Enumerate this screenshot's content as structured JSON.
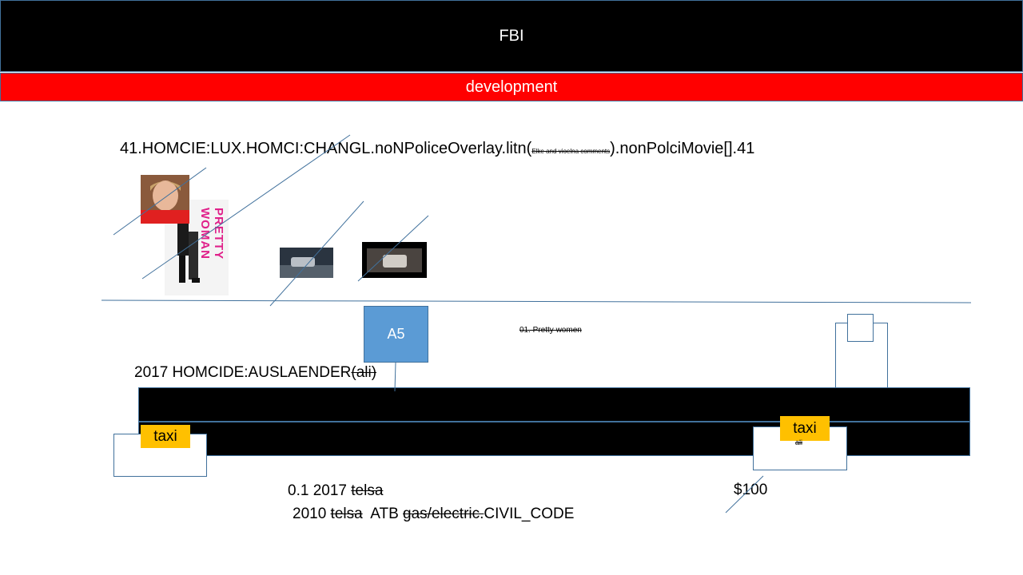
{
  "header": {
    "title": "FBI"
  },
  "subheader": {
    "title": "development"
  },
  "code_line": {
    "main": "41.HOMCIE:LUX.HOMCI:CHANGL.noNPoliceOverlay.litn(",
    "tiny": "Elke and vioelna comments",
    "tail": ").nonPolciMovie[].41"
  },
  "a5_label": "A5",
  "pretty_label": "01. Pretty women",
  "homicide": {
    "text": "2017 HOMCIDE:AUSLAENDER",
    "struck": "(ali)"
  },
  "taxi_left": "taxi",
  "taxi_right": "taxi",
  "ali_small": "ali",
  "bottom1": {
    "prefix": "0.1 2017 ",
    "struck": "telsa"
  },
  "bottom2": {
    "prefix": "2010 ",
    "struck1": "telsa",
    "mid": "  ATB ",
    "struck2": "gas/electric.",
    "suffix": "CIVIL_CODE"
  },
  "price": "$100",
  "poster_title": "PRETTY WOMAN",
  "colors": {
    "header": "#000000",
    "subheader": "#ff0000",
    "a5": "#5b9bd5",
    "taxi": "#ffc000",
    "lines": "#41719c"
  }
}
